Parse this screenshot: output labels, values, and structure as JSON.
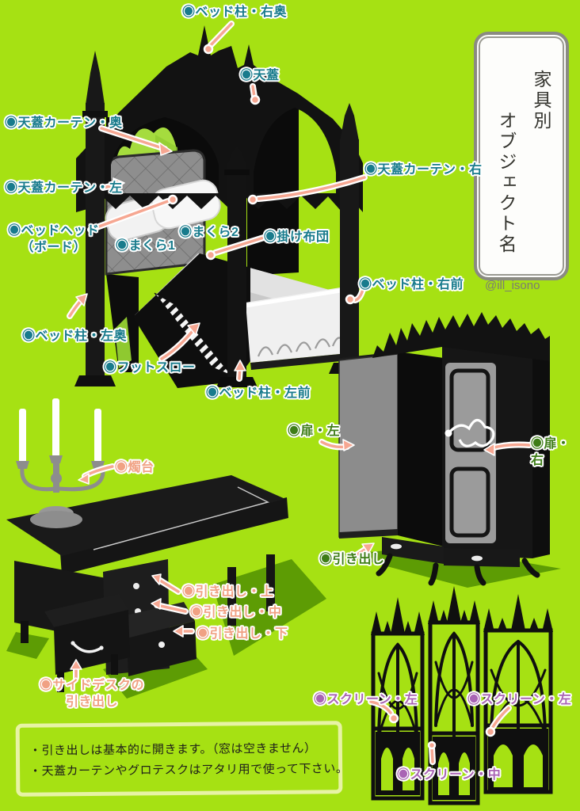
{
  "colors": {
    "background": "#a6e113",
    "bed_label": "#187b8c",
    "wardrobe_label": "#3e7d17",
    "desk_label": "#f0a183",
    "screen_label": "#a964b4",
    "arrow": "#f6a792",
    "shadow_green": "#5d9c04",
    "curtain_green": "#a5dc3e"
  },
  "title_box": {
    "line1": "家具別",
    "line2": "オブジェクト名"
  },
  "credit": "@ill_isono",
  "labels": {
    "bed": {
      "items": [
        {
          "text": "◉ベッド柱・右奥"
        },
        {
          "text": "◉天蓋"
        },
        {
          "text": "◉天蓋カーテン・奥"
        },
        {
          "text": "◉天蓋カーテン・左"
        },
        {
          "text": "◉天蓋カーテン・右"
        },
        {
          "text": "◉ベッドヘッド\n（ボード）"
        },
        {
          "text": "◉まくら1"
        },
        {
          "text": "◉まくら2"
        },
        {
          "text": "◉掛け布団"
        },
        {
          "text": "◉ベッド柱・右前"
        },
        {
          "text": "◉ベッド柱・左奥"
        },
        {
          "text": "◉フットスロー"
        },
        {
          "text": "◉ベッド柱・左前"
        }
      ]
    },
    "wardrobe": {
      "items": [
        {
          "text": "◉扉・左"
        },
        {
          "text": "◉扉・右"
        },
        {
          "text": "◉引き出し"
        }
      ]
    },
    "desk": {
      "items": [
        {
          "text": "◉燭台"
        },
        {
          "text": "◉引き出し・上"
        },
        {
          "text": "◉引き出し・中"
        },
        {
          "text": "◉引き出し・下"
        },
        {
          "text": "◉サイドデスクの\n引き出し"
        }
      ]
    },
    "screen": {
      "items": [
        {
          "text": "◉スクリーン・左"
        },
        {
          "text": "◉スクリーン・左"
        },
        {
          "text": "◉スクリーン・中"
        }
      ]
    }
  },
  "notes": {
    "line1": "・引き出しは基本的に開きます。（窓は空きません）",
    "line2": "・天蓋カーテンやグロテスクはアタリ用で使って下さい。"
  }
}
